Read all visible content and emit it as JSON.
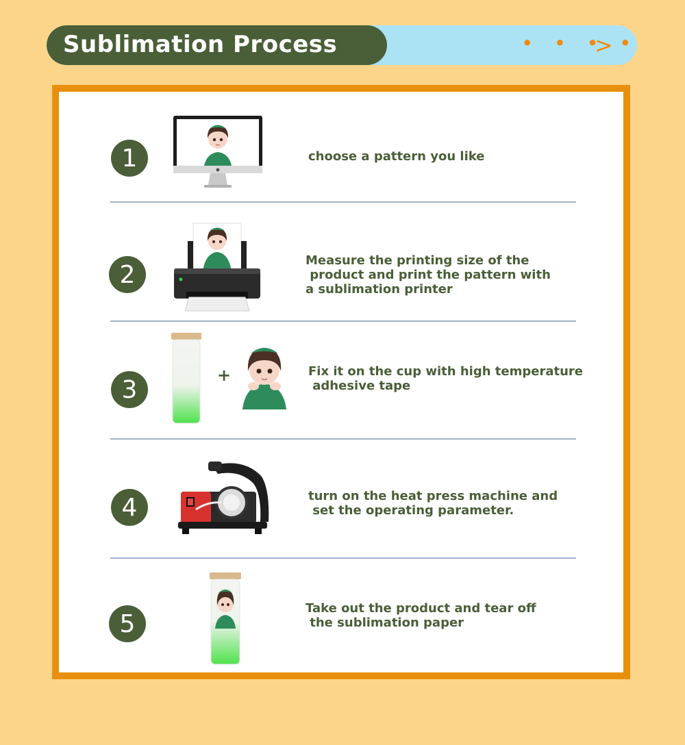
{
  "header": {
    "title": "Sublimation Process",
    "dots": "• • • • •",
    "arrow": ">"
  },
  "colors": {
    "background": "#fdd58a",
    "banner_dark": "#4a5e38",
    "banner_light": "#abe3f5",
    "frame_orange": "#e8900d",
    "accent_orange": "#f08a0c",
    "text_green": "#4a5e38"
  },
  "steps": [
    {
      "number": "1",
      "text": "choose a pattern you like",
      "illustration": "monitor-icon"
    },
    {
      "number": "2",
      "text": "Measure the printing size of the\n product and print the pattern with\na sublimation printer",
      "illustration": "printer-icon"
    },
    {
      "number": "3",
      "text": "Fix it on the cup with high temperature\n adhesive tape",
      "illustration": "cup-plus-pattern-icon",
      "plus": "+"
    },
    {
      "number": "4",
      "text": "turn on the heat press machine and\n set the operating parameter.",
      "illustration": "heat-press-icon"
    },
    {
      "number": "5",
      "text": "Take out the product and tear off\n the sublimation paper",
      "illustration": "printed-cup-icon"
    }
  ]
}
